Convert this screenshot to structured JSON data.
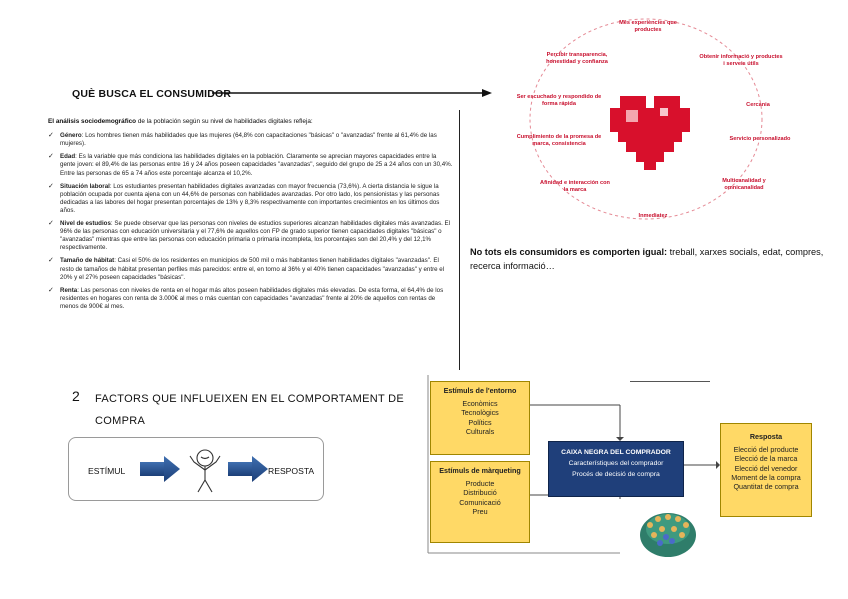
{
  "header": {
    "title": "QUÈ BUSCA EL CONSUMIDOR"
  },
  "document": {
    "intro_bold": "El análisis sociodemográfico",
    "intro_rest": " de la población según su nivel de habilidades digitales refleja:",
    "bullets": [
      {
        "title": "Género",
        "text": ": Los hombres tienen más habilidades que las mujeres (64,8% con capacitaciones \"básicas\" o \"avanzadas\" frente al 61,4% de las mujeres)."
      },
      {
        "title": "Edad",
        "text": ": Es la variable que más condiciona las habilidades digitales en la población. Claramente se aprecian mayores capacidades entre la gente joven: el 89,4% de las personas entre 16 y 24 años poseen capacidades \"avanzadas\", seguido del grupo de 25 a 24 años con un 30,4%. Entre las personas de 65 a 74 años este porcentaje alcanza el 10,2%."
      },
      {
        "title": "Situación laboral",
        "text": ": Los estudiantes presentan habilidades digitales avanzadas con mayor frecuencia (73,6%). A cierta distancia le sigue la población ocupada por cuenta ajena con un 44,6% de personas con habilidades avanzadas. Por otro lado, los pensionistas y las personas dedicadas a las labores del hogar presentan porcentajes de 13% y 8,3% respectivamente con importantes crecimientos en los últimos dos años."
      },
      {
        "title": "Nivel de estudios",
        "text": ": Se puede observar que las personas con niveles de estudios superiores alcanzan habilidades digitales más avanzadas. El 96% de las personas con educación universitaria y el 77,6% de aquellos con FP de grado superior tienen capacidades digitales \"básicas\" o \"avanzadas\" mientras que entre las personas con educación primaria o primaria incompleta, los porcentajes son del 20,4% y del 12,1% respectivamente."
      },
      {
        "title": "Tamaño de hábitat",
        "text": ": Casi el 50% de los residentes en municipios de 500 mil o más habitantes tienen habilidades digitales \"avanzadas\". El resto de tamaños de hábitat presentan perfiles más parecidos: entre el, en torno al 36% y el 40% tienen capacidades \"avanzadas\" y entre el 20% y el 27% poseen capacidades \"básicas\"."
      },
      {
        "title": "Renta",
        "text": ": Las personas con niveles de renta en el hogar más altos poseen habilidades digitales más elevadas. De esta forma, el 64,4% de los residentes en hogares con renta de 3.000€ al mes o más cuentan con capacidades \"avanzadas\" frente al 20% de aquellos con rentas de menos de 900€ al mes."
      }
    ]
  },
  "wheel": {
    "labels": {
      "top": "Més experiències que productes",
      "top_right": "Obtenir informació y productes i serveis útils",
      "right_1": "Cercania",
      "right_2": "Servicio personalizado",
      "bottom_right": "Multicanalidad y omnicanalidad",
      "bottom": "Inmediatez",
      "bottom_left": "Afinidad e interacción con la marca",
      "left_2": "Cumplimiento de la promesa de marca, consistencia",
      "left_1": "Ser escuchado y respondido de forma rápida",
      "top_left": "Percibir transparencia, honestidad y confianza"
    },
    "colors": {
      "heart": "#d8102c",
      "heart_light": "#f4a6ae",
      "ring": "#e58a95"
    }
  },
  "caption": {
    "bold": "No tots els consumidors es comporten igual:",
    "rest": " treball, xarxes socials, edat, compres, recerca informació…"
  },
  "section2": {
    "number": "2",
    "title_line1": "Factors que influeixen en el comportament de",
    "title_line2": "compra",
    "estimul": "ESTÍMUL",
    "resposta": "RESPOSTA"
  },
  "blackbox": {
    "entorn": {
      "title": "Estímuls de l'entorno",
      "items": [
        "Econòmics",
        "Tecnològics",
        "Polítics",
        "Culturals"
      ]
    },
    "marqueting": {
      "title": "Estímuls de màrqueting",
      "items": [
        "Producte",
        "Distribució",
        "Comunicació",
        "Preu"
      ]
    },
    "caixa": {
      "title": "CAIXA NEGRA DEL COMPRADOR",
      "line1": "Característiques del comprador",
      "line2": "Procés de decisió de compra"
    },
    "resposta": {
      "title": "Resposta",
      "items": [
        "Elecció del producte",
        "Elecció de la marca",
        "Elecció del venedor",
        "Moment de la compra",
        "Quantitat de compra"
      ]
    },
    "colors": {
      "yellow": "#ffd966",
      "navy": "#1f3f7a"
    }
  }
}
